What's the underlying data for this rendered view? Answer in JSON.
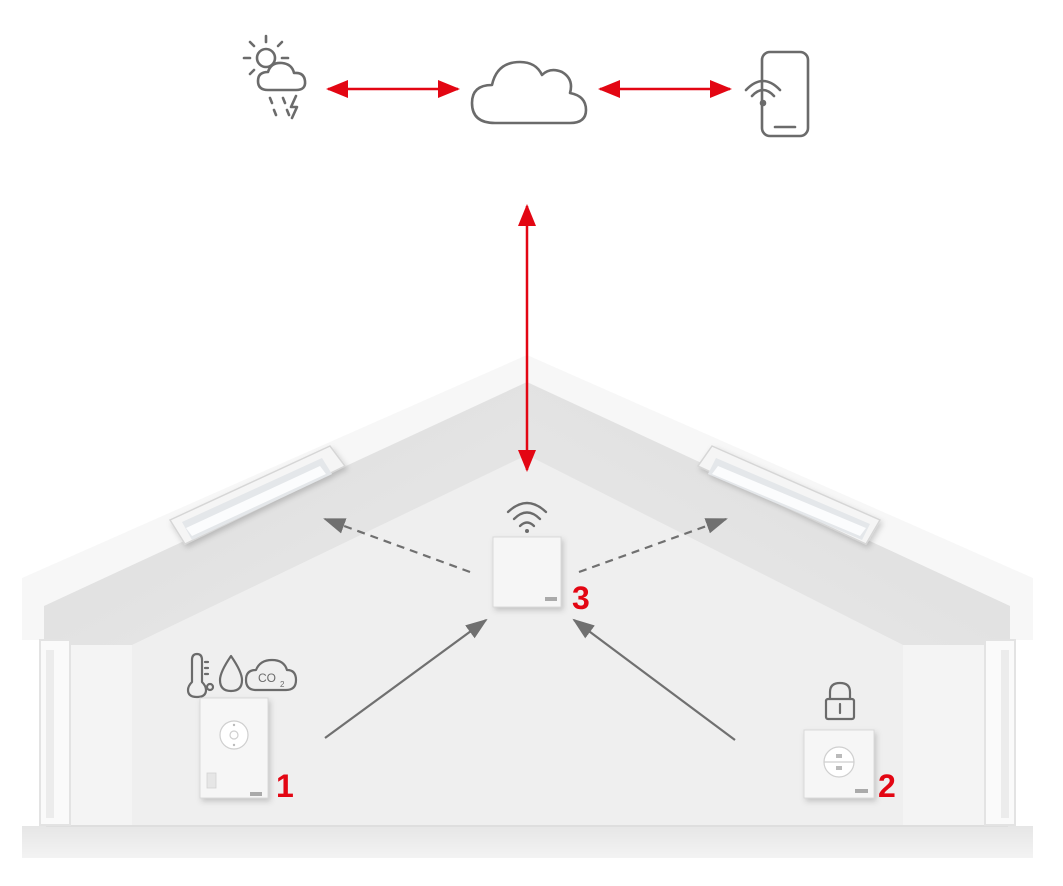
{
  "colors": {
    "accent_red": "#e30613",
    "icon_gray": "#6b6b6b",
    "arrow_gray": "#707070",
    "wall": "#f1f1f1",
    "roof": "#fafafa",
    "device": "#f6f6f6"
  },
  "top_icons": [
    "weather-sun-cloud-rain-icon",
    "cloud-icon",
    "smartphone-wifi-icon"
  ],
  "sensor_icons": [
    "thermometer-icon",
    "water-drop-icon",
    "co2-cloud-icon"
  ],
  "lock_icon": "padlock-icon",
  "hub_icon": "wifi-signal-icon",
  "labels": {
    "device_1": "1",
    "device_2": "2",
    "device_3": "3",
    "co2_text": "CO"
  }
}
